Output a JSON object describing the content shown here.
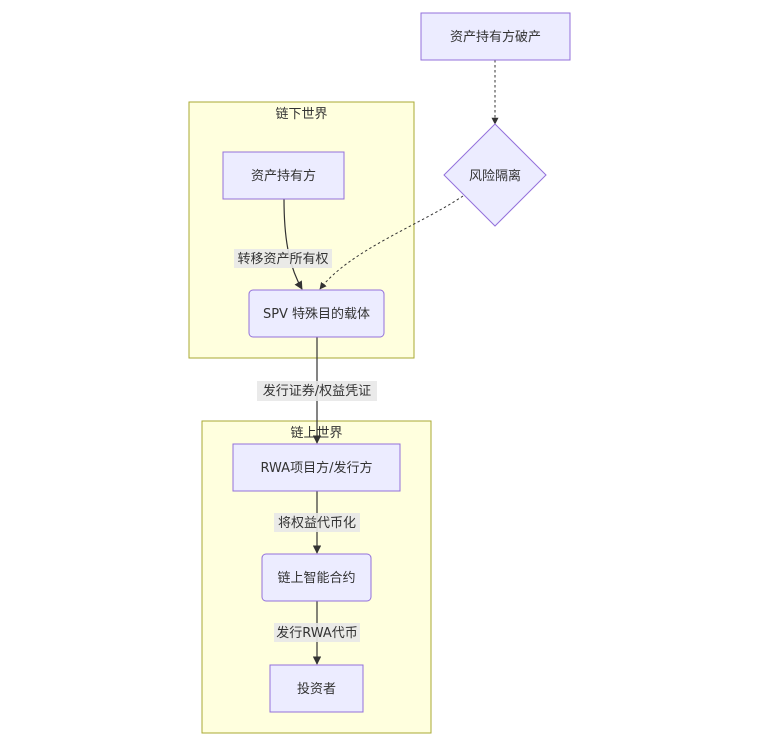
{
  "clusters": {
    "offchain": {
      "title": "链下世界"
    },
    "onchain": {
      "title": "链上世界"
    }
  },
  "nodes": {
    "bankrupt": "资产持有方破产",
    "risk_isolation": "风险隔离",
    "asset_holder": "资产持有方",
    "spv": "SPV 特殊目的载体",
    "issuer": "RWA项目方/发行方",
    "smart_contract": "链上智能合约",
    "investor": "投资者"
  },
  "edges": {
    "transfer_ownership": "转移资产所有权",
    "issue_securities": "发行证券/权益凭证",
    "tokenize": "将权益代币化",
    "issue_token": "发行RWA代币"
  },
  "colors": {
    "node_fill": "#ececff",
    "node_stroke": "#9370db",
    "cluster_fill": "#ffffde",
    "cluster_stroke": "#aaaa33",
    "edge": "#333333"
  }
}
